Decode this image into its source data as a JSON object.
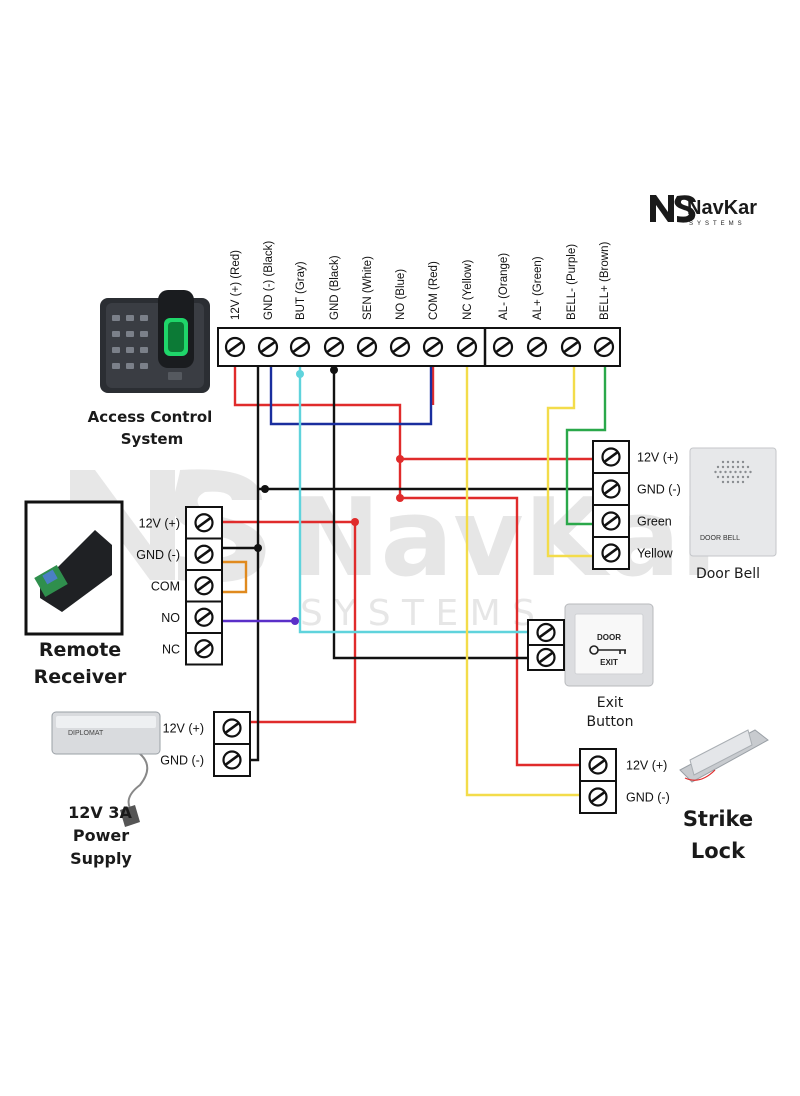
{
  "brand": {
    "letters": "NS",
    "name": "NavKar",
    "sub": "SYSTEMS"
  },
  "watermark": {
    "name": "NavKar",
    "sub": "S Y S T E M S"
  },
  "main_terminals": [
    "12V (+) (Red)",
    "GND (-) (Black)",
    "BUT (Gray)",
    "GND (Black)",
    "SEN (White)",
    "NO (Blue)",
    "COM (Red)",
    "NC (Yellow)",
    "AL- (Orange)",
    "AL+ (Green)",
    "BELL- (Purple)",
    "BELL+ (Brown)"
  ],
  "devices": {
    "access_control": {
      "label_line1": "Access Control",
      "label_line2": "System"
    },
    "remote_receiver": {
      "label_line1": "Remote",
      "label_line2": "Receiver",
      "terminals": [
        "12V (+)",
        "GND (-)",
        "COM",
        "NO",
        "NC"
      ]
    },
    "power_supply": {
      "label_line1": "12V 3A",
      "label_line2": "Power",
      "label_line3": "Supply",
      "terminals": [
        "12V (+)",
        "GND (-)"
      ],
      "brand_text": "DIPLOMAT"
    },
    "door_bell": {
      "label": "Door Bell",
      "terminals": [
        "12V (+)",
        "GND (-)",
        "Green",
        "Yellow"
      ],
      "device_text": "DOOR BELL"
    },
    "exit_button": {
      "label_line1": "Exit",
      "label_line2": "Button",
      "text_top": "DOOR",
      "text_bottom": "EXIT"
    },
    "strike_lock": {
      "label_line1": "Strike",
      "label_line2": "Lock",
      "terminals": [
        "12V (+)",
        "GND (-)"
      ]
    }
  },
  "wire_colors": {
    "red": "#e02b2b",
    "black": "#111111",
    "blue": "#1a2e9e",
    "cyan": "#5fd3dc",
    "yellow": "#f3dc4a",
    "green": "#2aa84a",
    "orange": "#e08a1e",
    "purple": "#5a2fc8"
  }
}
